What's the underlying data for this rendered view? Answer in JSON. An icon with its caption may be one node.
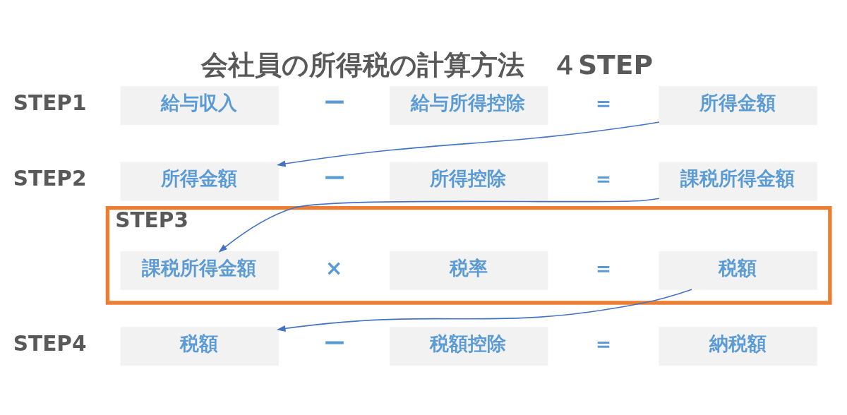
{
  "diagram": {
    "title": "会社員の所得税の計算方法　４STEP",
    "nodes": [
      {
        "text": [
          "給与収入"
        ]
      },
      {
        "text": [
          "給与所得控除"
        ]
      },
      {
        "text": [
          "所得金額"
        ]
      },
      {
        "text": [
          "所得金額"
        ]
      },
      {
        "text": [
          "所得控除"
        ]
      },
      {
        "text": [
          "課税所得金額"
        ]
      },
      {
        "text": [
          "STEP3"
        ]
      },
      {
        "text": [
          "課税所得金額"
        ],
        "in": 6
      },
      {
        "text": [
          "税率"
        ],
        "in": 6
      },
      {
        "text": [
          "税額"
        ],
        "in": 6
      },
      {
        "text": [
          "税額"
        ]
      },
      {
        "text": [
          "税額控除"
        ]
      },
      {
        "text": [
          "納税額"
        ]
      }
    ],
    "edges": [
      {
        "from": 2,
        "to": 3,
        "arrow": "to"
      },
      {
        "from": 5,
        "to": 7,
        "arrow": "to"
      },
      {
        "from": 9,
        "to": 10,
        "arrow": "to"
      }
    ],
    "labels": [
      "STEP1",
      "ー",
      "＝",
      "STEP2",
      "ー",
      "＝",
      "×",
      "＝",
      "STEP4",
      "ー",
      "＝"
    ]
  }
}
